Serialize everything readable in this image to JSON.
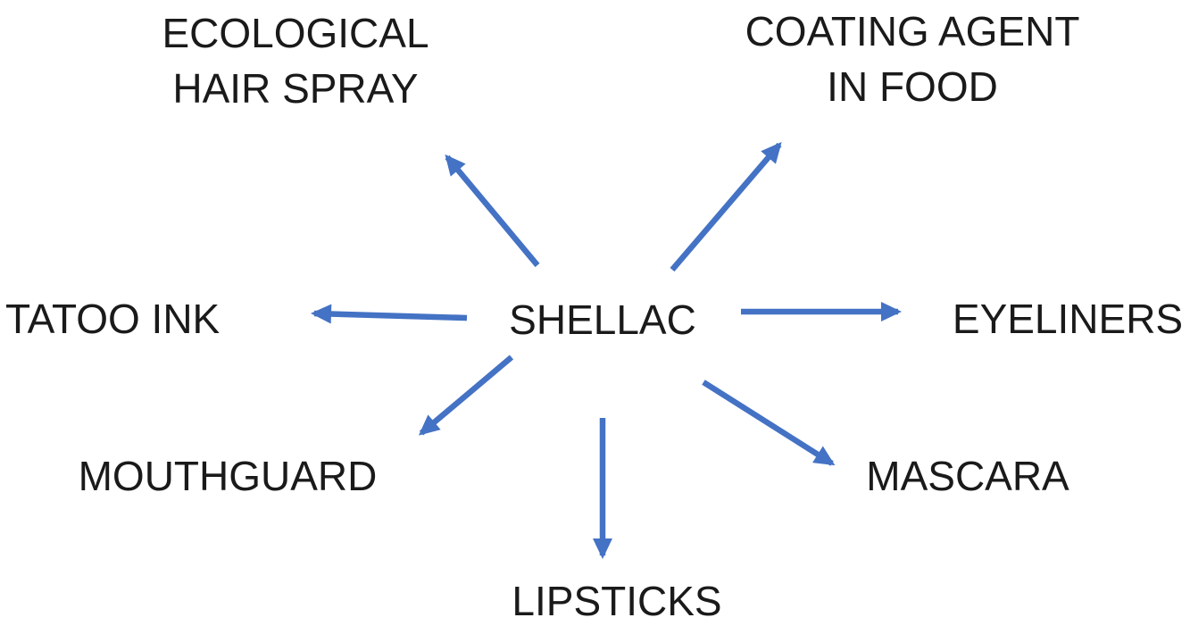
{
  "diagram": {
    "type": "mind-map",
    "center": {
      "label": "SHELLAC"
    },
    "nodes": {
      "ecological": {
        "line1": "ECOLOGICAL",
        "line2": "HAIR SPRAY"
      },
      "coating": {
        "line1": "COATING AGENT",
        "line2": "IN FOOD"
      },
      "tatoo_ink": {
        "label": "TATOO INK"
      },
      "eyeliners": {
        "label": "EYELINERS"
      },
      "mouthguard": {
        "label": "MOUTHGUARD"
      },
      "mascara": {
        "label": "MASCARA"
      },
      "lipsticks": {
        "label": "LIPSTICKS"
      }
    },
    "edges": [
      {
        "from": "SHELLAC",
        "to": "ECOLOGICAL HAIR SPRAY"
      },
      {
        "from": "SHELLAC",
        "to": "COATING AGENT IN FOOD"
      },
      {
        "from": "SHELLAC",
        "to": "TATOO INK"
      },
      {
        "from": "SHELLAC",
        "to": "EYELINERS"
      },
      {
        "from": "SHELLAC",
        "to": "MOUTHGUARD"
      },
      {
        "from": "SHELLAC",
        "to": "MASCARA"
      },
      {
        "from": "SHELLAC",
        "to": "LIPSTICKS"
      }
    ],
    "colors": {
      "arrow": "#4472C4",
      "text": "#1a1a1a",
      "background": "#ffffff"
    }
  }
}
